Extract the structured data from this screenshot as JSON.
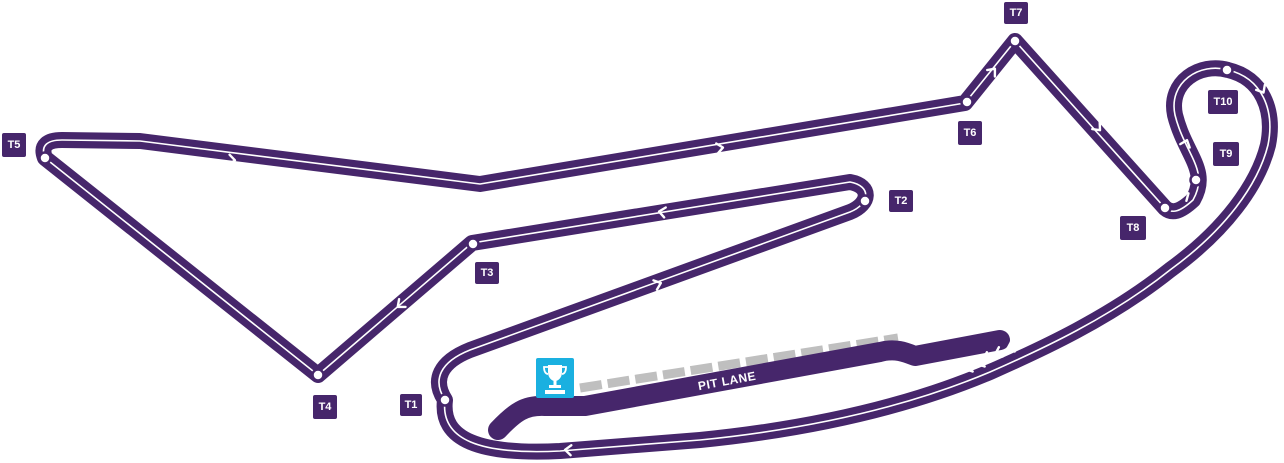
{
  "map": {
    "colors": {
      "track": "#46266b",
      "track_line": "#ffffff",
      "pit_extension": "#bfbfbf",
      "podium_icon_bg": "#1ab0e0",
      "label_bg": "#46266b",
      "label_text": "#ffffff"
    },
    "corners": [
      {
        "id": "T1",
        "label": "T1"
      },
      {
        "id": "T2",
        "label": "T2"
      },
      {
        "id": "T3",
        "label": "T3"
      },
      {
        "id": "T4",
        "label": "T4"
      },
      {
        "id": "T5",
        "label": "T5"
      },
      {
        "id": "T6",
        "label": "T6"
      },
      {
        "id": "T7",
        "label": "T7"
      },
      {
        "id": "T8",
        "label": "T8"
      },
      {
        "id": "T9",
        "label": "T9"
      },
      {
        "id": "T10",
        "label": "T10"
      }
    ],
    "pit_lane": {
      "label": "PIT LANE"
    },
    "icons": [
      "trophy-icon",
      "direction-arrow-icon"
    ]
  }
}
